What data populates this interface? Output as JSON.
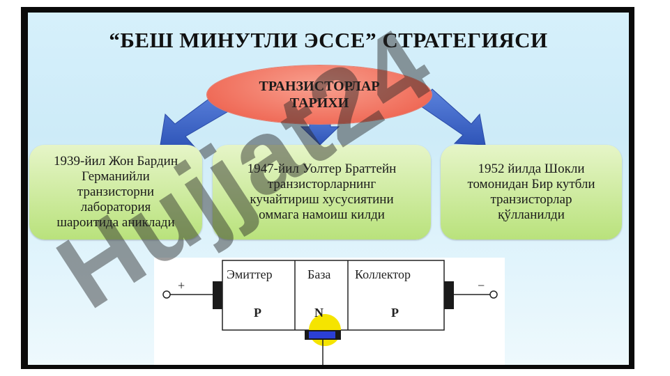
{
  "slide": {
    "title": "“БЕШ МИНУТЛИ ЭССЕ” СТРАТЕГИЯСИ",
    "center": {
      "line1": "ТРАНЗИСТОРЛАР",
      "line2": "ТАРИХИ"
    },
    "boxes": [
      {
        "lines": [
          "1939-йил Жон Бардин",
          "Германийли",
          "транзисторни",
          "лаборатория",
          "шароитида аниклади"
        ]
      },
      {
        "lines": [
          "1947-йил  Уолтер Браттейн",
          "транзисторларнинг",
          "кучайтириш хусусиятини",
          "оммага намоиш килди"
        ]
      },
      {
        "lines": [
          "1952 йилда Шокли",
          "томонидан Бир кутбли",
          "транзисторлар",
          "қўлланилди"
        ]
      }
    ],
    "diagram": {
      "sections": [
        "Эмиттер",
        "База",
        "Коллектор"
      ],
      "types": [
        "P",
        "N",
        "P"
      ],
      "plus": "+",
      "minus": "−"
    },
    "watermark": "Hujjat24"
  },
  "colors": {
    "arrow": "#3f67c9",
    "ellipse": "#f06d5a",
    "box": "#b9e27c",
    "watermark": "#1a1a1a"
  }
}
